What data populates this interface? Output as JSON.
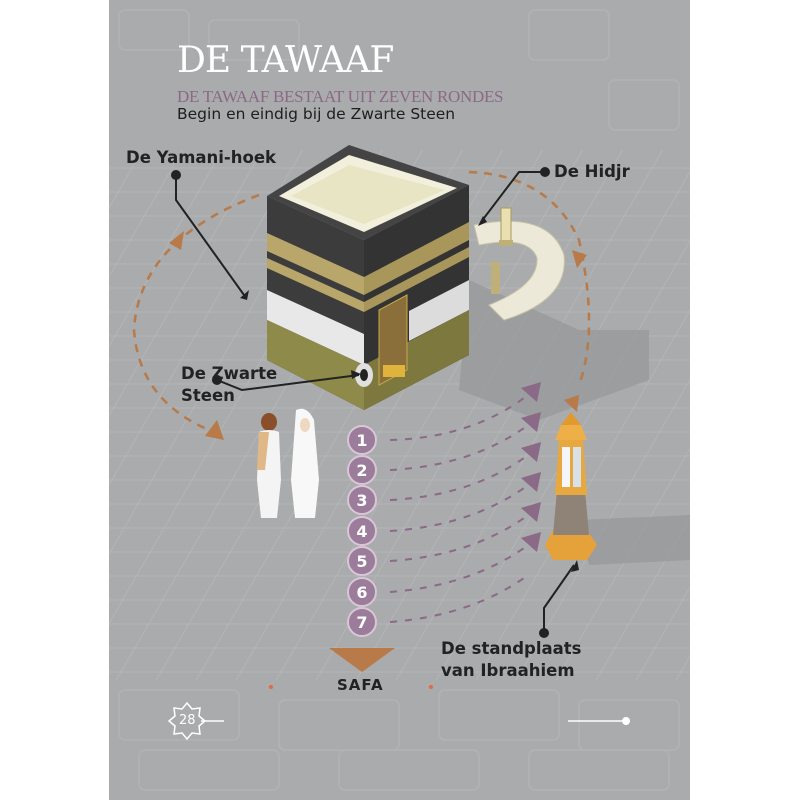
{
  "header": {
    "title": "DE TAWAAF",
    "subtitle": "DE TAWAAF BESTAAT UIT ZEVEN RONDES",
    "tagline": "Begin en eindig bij de Zwarte Steen"
  },
  "labels": {
    "yamani_corner": "De Yamani-hoek",
    "hijr": "De Hidjr",
    "black_stone_line1": "De Zwarte",
    "black_stone_line2": "Steen",
    "maqam_line1": "De standplaats",
    "maqam_line2": "van Ibraahiem",
    "safa": "SAFA"
  },
  "rounds": [
    {
      "number": "1"
    },
    {
      "number": "2"
    },
    {
      "number": "3"
    },
    {
      "number": "4"
    },
    {
      "number": "5"
    },
    {
      "number": "6"
    },
    {
      "number": "7"
    }
  ],
  "footer": {
    "page_number": "28"
  },
  "colors": {
    "page_background": "#a9abad",
    "title": "#ffffff",
    "subtitle": "#8a6a86",
    "round_circle": "#9b7c9b",
    "orbit_arrow": "#b87a48",
    "round_arrow": "#8a6a86",
    "kaaba_black": "#3a3a3a",
    "kaaba_gold": "#b8a66a",
    "maqam_gold": "#e6a23a"
  }
}
